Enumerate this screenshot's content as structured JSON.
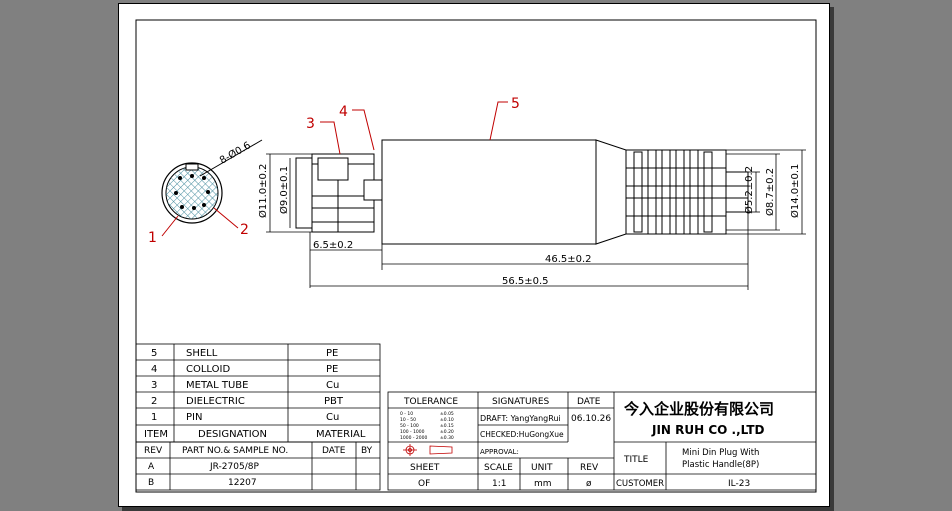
{
  "balloons": [
    "1",
    "2",
    "3",
    "4",
    "5"
  ],
  "dims": {
    "pin_dia": "8-Ø0.6",
    "d11": "Ø11.0±0.2",
    "d9": "Ø9.0±0.1",
    "len65": "6.5±0.2",
    "len465": "46.5±0.2",
    "len565": "56.5±0.5",
    "d52": "Ø5.2±0.2",
    "d87": "Ø8.7±0.2",
    "d14": "Ø14.0±0.1"
  },
  "bom": [
    {
      "item": "5",
      "name": "SHELL",
      "material": "PE"
    },
    {
      "item": "4",
      "name": "COLLOID",
      "material": "PE"
    },
    {
      "item": "3",
      "name": "METAL TUBE",
      "material": "Cu"
    },
    {
      "item": "2",
      "name": "DIELECTRIC",
      "material": "PBT"
    },
    {
      "item": "1",
      "name": "PIN",
      "material": "Cu"
    }
  ],
  "bom_header": {
    "item": "ITEM",
    "designation": "DESIGNATION",
    "material": "MATERIAL"
  },
  "rev_header": {
    "rev": "REV",
    "part": "PART NO.& SAMPLE NO.",
    "date": "DATE",
    "by": "BY"
  },
  "rev_rows": [
    {
      "rev": "A",
      "part": "JR-2705/8P"
    },
    {
      "rev": "B",
      "part": "12207"
    }
  ],
  "tolerance": {
    "label": "TOLERANCE",
    "rows": [
      {
        "range": "0 - 10",
        "val": "±0.05"
      },
      {
        "range": "10 - 50",
        "val": "±0.10"
      },
      {
        "range": "50 - 100",
        "val": "±0.15"
      },
      {
        "range": "100 - 1000",
        "val": "±0.20"
      },
      {
        "range": "1000 - 2000",
        "val": "±0.30"
      }
    ]
  },
  "signatures": {
    "label": "SIGNATURES",
    "draft": "DRAFT: YangYangRui",
    "checked": "CHECKED:HuGongXue",
    "approval": "APPROVAL:"
  },
  "date": {
    "label": "DATE",
    "value": "06.10.26"
  },
  "sheet": {
    "label": "SHEET",
    "value": "OF"
  },
  "scale": {
    "label": "SCALE",
    "value": "1:1"
  },
  "unit": {
    "label": "UNIT",
    "value": "mm"
  },
  "rev": {
    "label": "REV",
    "value": "ø"
  },
  "company": {
    "cn": "今入企业股份有限公司",
    "en": "JIN RUH CO .,LTD"
  },
  "title": {
    "label": "TITLE",
    "line1": "Mini Din Plug With",
    "line2": "Plastic Handle(8P)"
  },
  "customer": {
    "label": "CUSTOMER",
    "value": "IL-23"
  }
}
